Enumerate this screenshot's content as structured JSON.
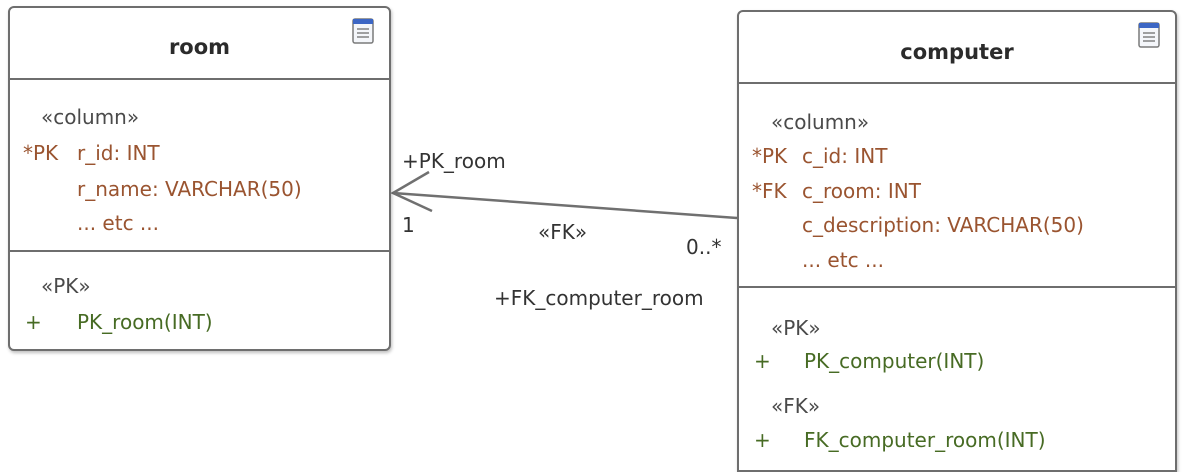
{
  "tables": {
    "room": {
      "name": "room",
      "column_stereotype": "«column»",
      "columns": [
        {
          "prefix": "*PK",
          "text": "r_id: INT"
        },
        {
          "prefix": "",
          "text": "r_name: VARCHAR(50)"
        },
        {
          "prefix": "",
          "text": "... etc ..."
        }
      ],
      "operation_groups": [
        {
          "stereotype": "«PK»",
          "ops": [
            {
              "visibility": "+",
              "text": "PK_room(INT)"
            }
          ]
        }
      ]
    },
    "computer": {
      "name": "computer",
      "column_stereotype": "«column»",
      "columns": [
        {
          "prefix": "*PK",
          "text": "c_id: INT"
        },
        {
          "prefix": "*FK",
          "text": "c_room: INT"
        },
        {
          "prefix": "",
          "text": "c_description: VARCHAR(50)"
        },
        {
          "prefix": "",
          "text": "... etc ..."
        }
      ],
      "operation_groups": [
        {
          "stereotype": "«PK»",
          "ops": [
            {
              "visibility": "+",
              "text": "PK_computer(INT)"
            }
          ]
        },
        {
          "stereotype": "«FK»",
          "ops": [
            {
              "visibility": "+",
              "text": "FK_computer_room(INT)"
            }
          ]
        }
      ]
    }
  },
  "connector": {
    "stereotype": "«FK»",
    "target_role": "+PK_room",
    "target_multiplicity": "1",
    "source_role": "+FK_computer_room",
    "source_multiplicity": "0..*"
  },
  "colors": {
    "border": "#6e6e6e",
    "column_text": "#9a5430",
    "operation_text": "#476b24",
    "stereotype_text": "#4a4a4a",
    "icon_blue": "#3c66c4"
  },
  "icons": {
    "table_icon": "table-icon",
    "arrow": "open-arrowhead-icon"
  }
}
